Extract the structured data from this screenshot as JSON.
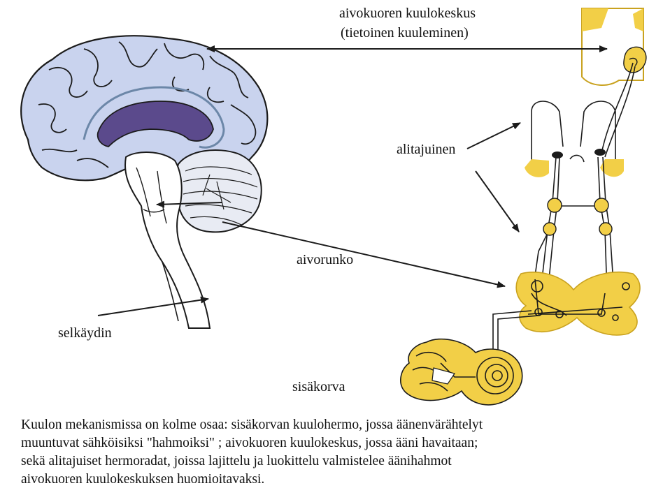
{
  "labels": {
    "cortex_line1": "aivokuoren kuulokeskus",
    "cortex_line2": "(tietoinen kuuleminen)",
    "subconscious": "alitajuinen",
    "brainstem": "aivorunko",
    "spinal_cord": "selkäydin",
    "inner_ear": "sisäkorva"
  },
  "caption": {
    "line1": "Kuulon mekanismissa on kolme osaa:  sisäkorvan kuulohermo, jossa äänenvärähtelyt",
    "line2": "muuntuvat sähköisiksi  \"hahmoiksi\" ;  aivokuoren kuulokeskus, jossa ääni havaitaan;",
    "line3": "sekä  alitajuiset hermoradat, joissa lajittelu ja luokittelu valmistelee äänihahmot",
    "line4": "aivokuoren kuulokeskuksen huomioitavaksi."
  },
  "colors": {
    "brain_fill": "#c9d3ee",
    "corpus_callosum": "#5b4a8c",
    "pathway_fill": "#f2cf47",
    "outline": "#1b1b1b"
  }
}
